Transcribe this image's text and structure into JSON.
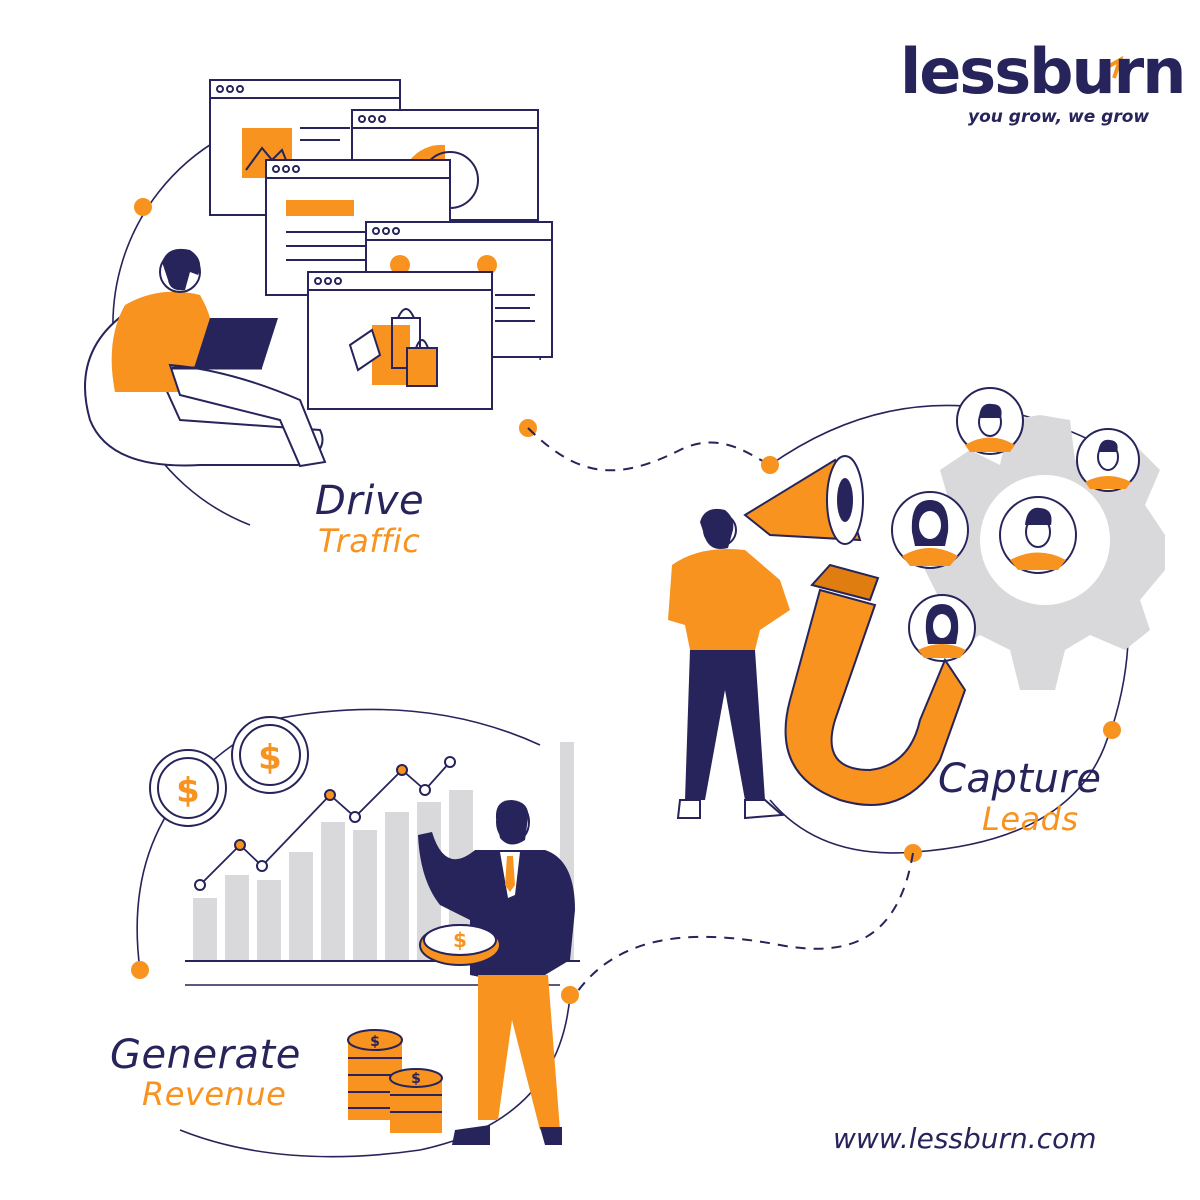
{
  "brand": {
    "name": "lessburn",
    "tagline": "you grow, we grow",
    "website": "www.lessburn.com"
  },
  "steps": [
    {
      "title": "Drive",
      "subtitle": "Traffic"
    },
    {
      "title": "Capture",
      "subtitle": "Leads"
    },
    {
      "title": "Generate",
      "subtitle": "Revenue"
    }
  ],
  "icons": {
    "currency": "$"
  },
  "colors": {
    "accent": "#f7931e",
    "ink": "#26245a",
    "gray": "#d9d9dc",
    "background": "#ffffff"
  }
}
